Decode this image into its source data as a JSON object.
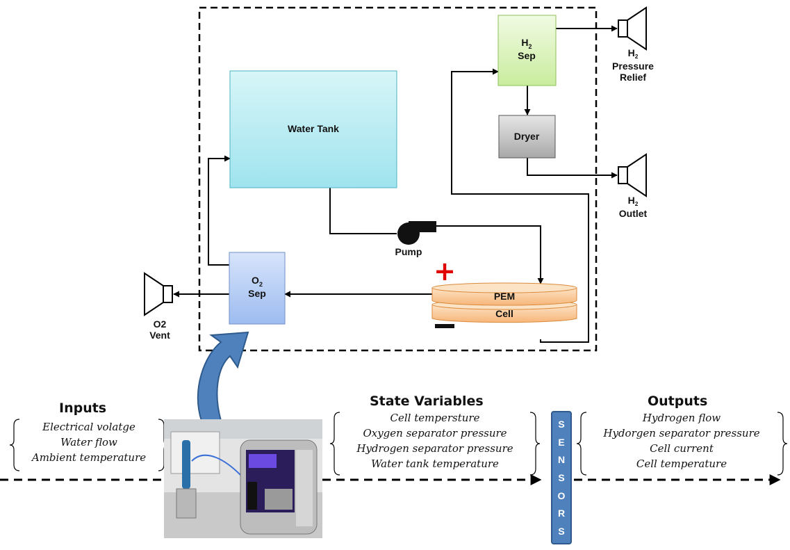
{
  "diagram": {
    "water_tank": "Water Tank",
    "pump": "Pump",
    "h2_sep": {
      "main": "H",
      "sub": "2",
      "line2": "Sep"
    },
    "o2_sep": {
      "main": "O",
      "sub": "2",
      "line2": "Sep"
    },
    "dryer": "Dryer",
    "pem": "PEM",
    "cell": "Cell",
    "plus": "+",
    "minus": "−",
    "h2_pressure_relief": {
      "main": "H",
      "sub": "2",
      "line2": "Pressure",
      "line3": "Relief"
    },
    "h2_outlet": {
      "main": "H",
      "sub": "2",
      "line2": "Outlet"
    },
    "o2_vent": {
      "line1": "O2",
      "line2": "Vent"
    }
  },
  "inputs": {
    "heading": "Inputs",
    "items": [
      "Electrical volatge",
      "Water flow",
      "Ambient temperature"
    ]
  },
  "state_variables": {
    "heading": "State Variables",
    "items": [
      "Cell tempersture",
      "Oxygen separator pressure",
      "Hydrogen separator pressure",
      "Water tank temperature"
    ]
  },
  "outputs": {
    "heading": "Outputs",
    "items": [
      "Hydrogen flow",
      "Hydorgen separator pressure",
      "Cell current",
      "Cell temperature"
    ]
  },
  "sensors": {
    "letters": [
      "S",
      "E",
      "N",
      "S",
      "O",
      "R",
      "S"
    ]
  },
  "colors": {
    "water_tank": "#bdeef3",
    "h2_sep": "#dff5c4",
    "o2_sep": "#b7cdf3",
    "dryer": "#c8c8c8",
    "pem": "#fbd3a6",
    "sensors": "#4f81bd",
    "curved_arrow": "#4f81bd",
    "plus": "#e00000"
  }
}
